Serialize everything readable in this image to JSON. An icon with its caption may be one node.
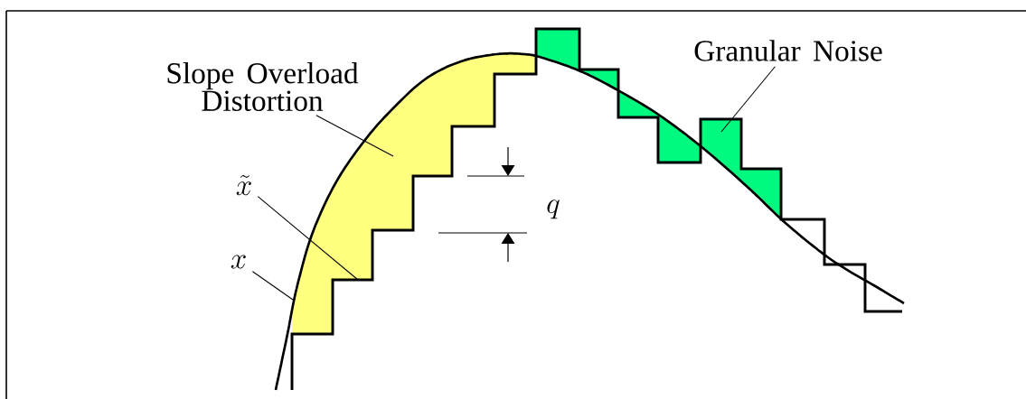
{
  "diagram": {
    "nodes": [
      {
        "text": [
          "Slope Overload Distortion"
        ]
      },
      {
        "text": [
          "\\tilde{x}"
        ]
      },
      {
        "text": [
          "x"
        ]
      },
      {
        "text": [
          "Granular Noise"
        ]
      }
    ],
    "edges": [
      {
        "from": 0,
        "to": null,
        "arrow": "none"
      },
      {
        "from": 1,
        "to": null,
        "arrow": "none"
      },
      {
        "from": 2,
        "to": null,
        "arrow": "none"
      },
      {
        "from": 3,
        "to": null,
        "arrow": "none"
      }
    ],
    "labels": [
      "q"
    ]
  }
}
